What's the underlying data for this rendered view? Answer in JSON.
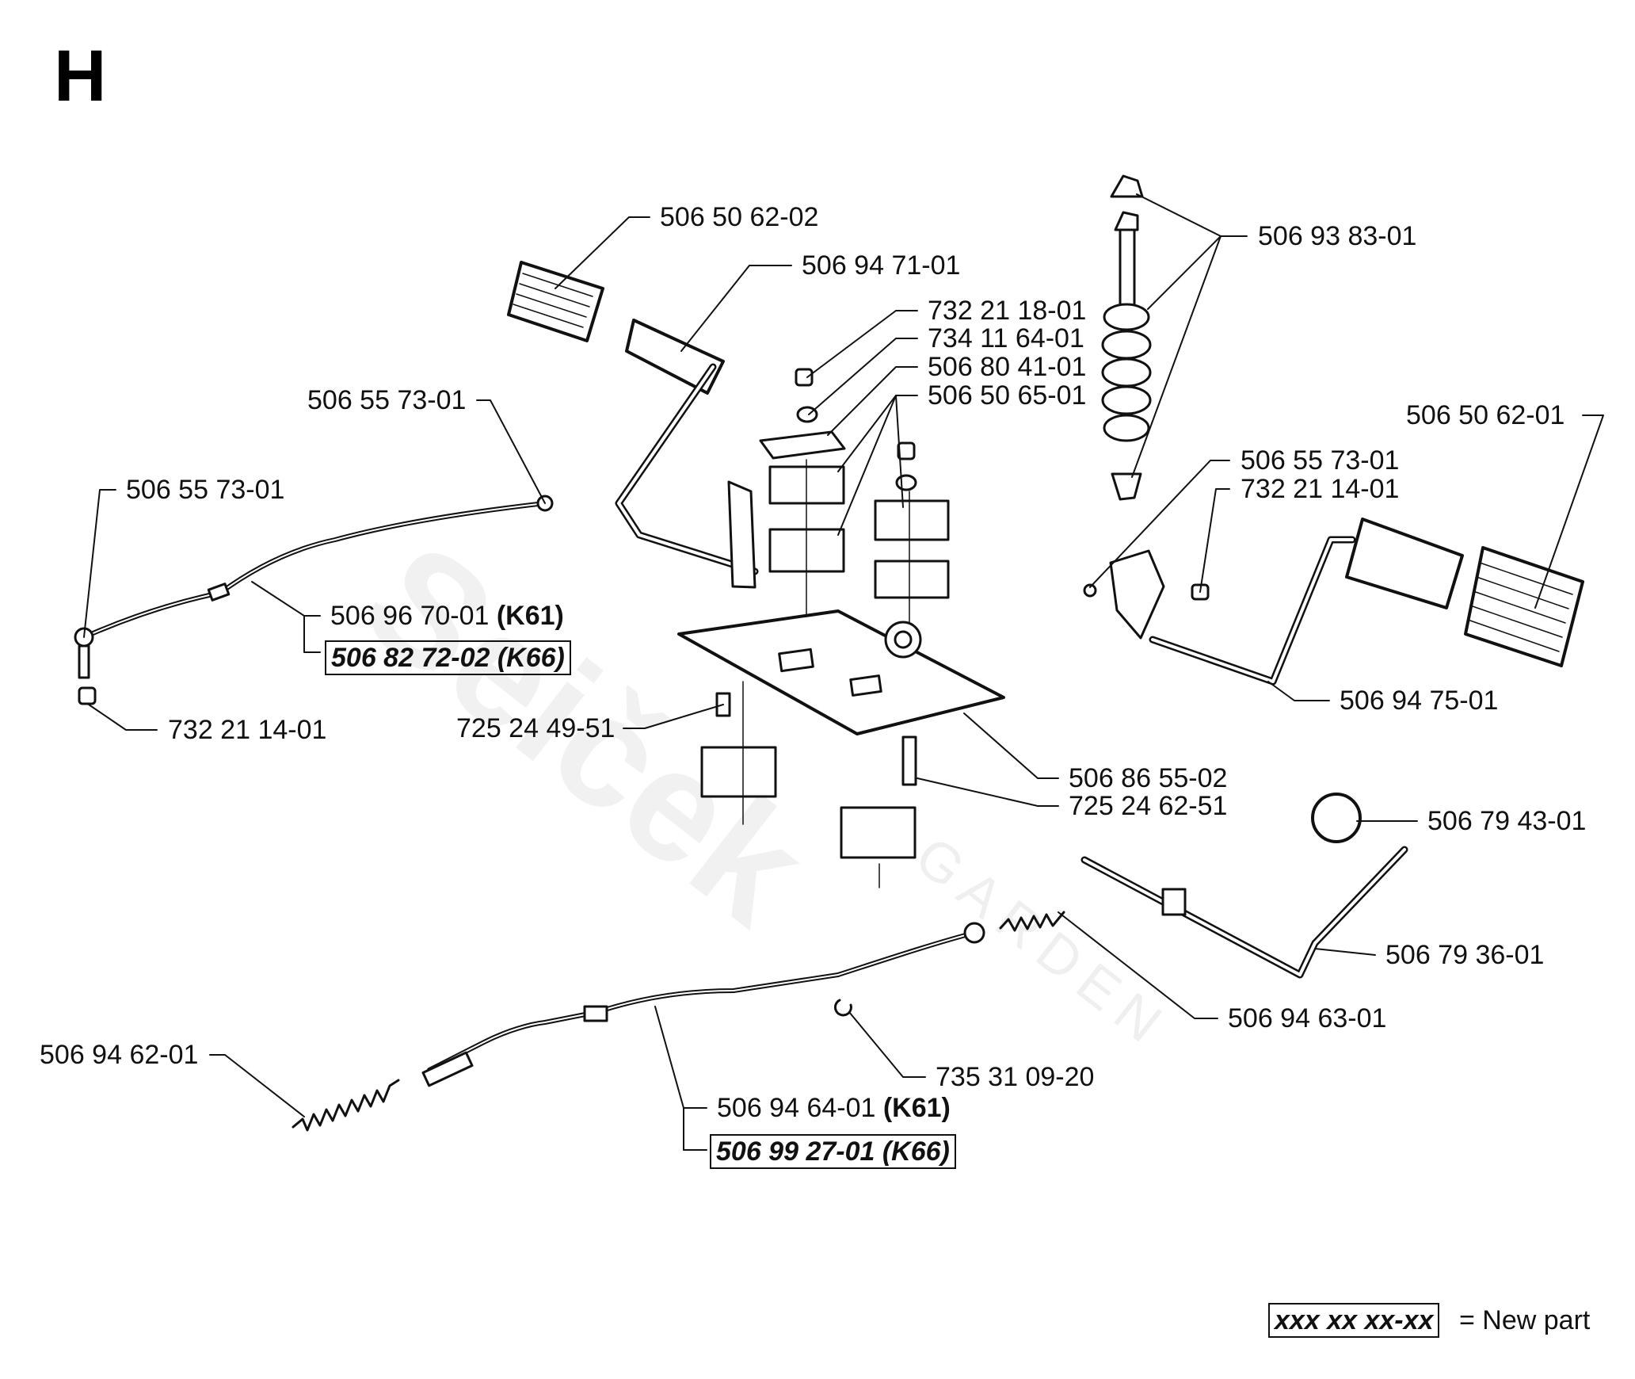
{
  "section_letter": "H",
  "watermark": {
    "brand": "Seiček",
    "sub": "GARDEN"
  },
  "parts": {
    "pedal_pad_left": "506 50 62-02",
    "pedal_left": "506 94 71-01",
    "nut_top": "732 21 18-01",
    "washer_top": "734 11 64-01",
    "plate_small": "506 80 41-01",
    "bearing_blocks": "506 50 65-01",
    "strut": "506 93 83-01",
    "cable_end_upper": "506 55 73-01",
    "cable_end_left": "506 55 73-01",
    "cable_upper_k61": {
      "number": "506 96 70-01",
      "model": "(K61)"
    },
    "cable_upper_k66": {
      "number": "506 82 72-02",
      "model": "(K66)"
    },
    "nut_left": "732 21 14-01",
    "bolt_left": "725 24 49-51",
    "pedal_pad_right": "506 50 62-01",
    "cable_end_right": "506 55 73-01",
    "nut_right": "732 21 14-01",
    "pedal_right": "506 94 75-01",
    "base_plate": "506 86 55-02",
    "bolt_center": "725 24 62-51",
    "knob": "506 79 43-01",
    "lever_rod": "506 79 36-01",
    "spring_right": "506 94 63-01",
    "e_clip": "735 31 09-20",
    "spring_left": "506 94 62-01",
    "cable_lower_k61": {
      "number": "506 94 64-01",
      "model": "(K61)"
    },
    "cable_lower_k66": {
      "number": "506 99 27-01",
      "model": "(K66)"
    }
  },
  "legend": {
    "sample": "xxx xx xx-xx",
    "text": "= New part"
  }
}
